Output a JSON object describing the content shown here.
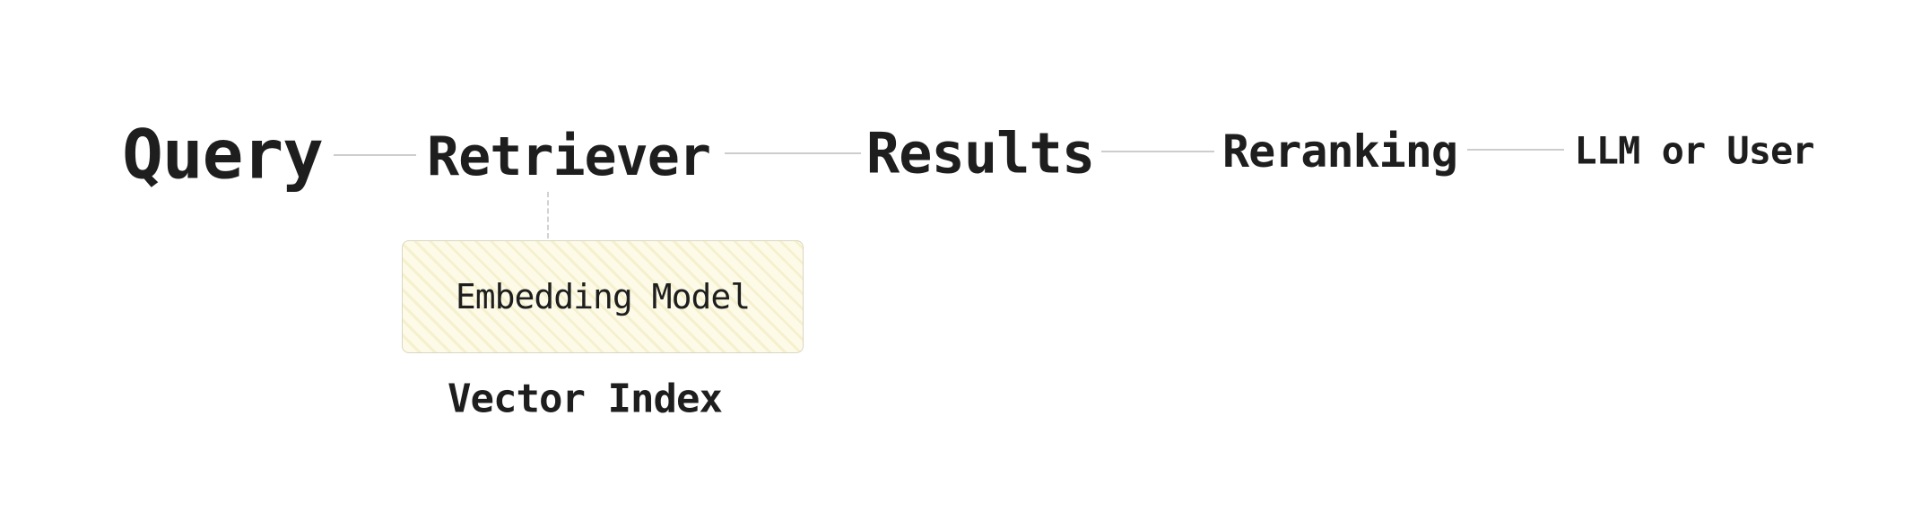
{
  "canvas": {
    "background": "#ffffff",
    "text_color": "#1e1e1e",
    "connector_color": "#bcbcbc"
  },
  "flow": {
    "nodes": [
      {
        "id": "query",
        "label": "Query"
      },
      {
        "id": "retriever",
        "label": "Retriever"
      },
      {
        "id": "results",
        "label": "Results"
      },
      {
        "id": "reranking",
        "label": "Reranking"
      },
      {
        "id": "llm-or-user",
        "label": "LLM or User"
      }
    ]
  },
  "retriever_details": {
    "embedding_model_box": {
      "label": "Embedding Model",
      "fill": "#fdfbe8",
      "border": "#d9d6c2"
    },
    "vector_index_label": "Vector Index"
  }
}
